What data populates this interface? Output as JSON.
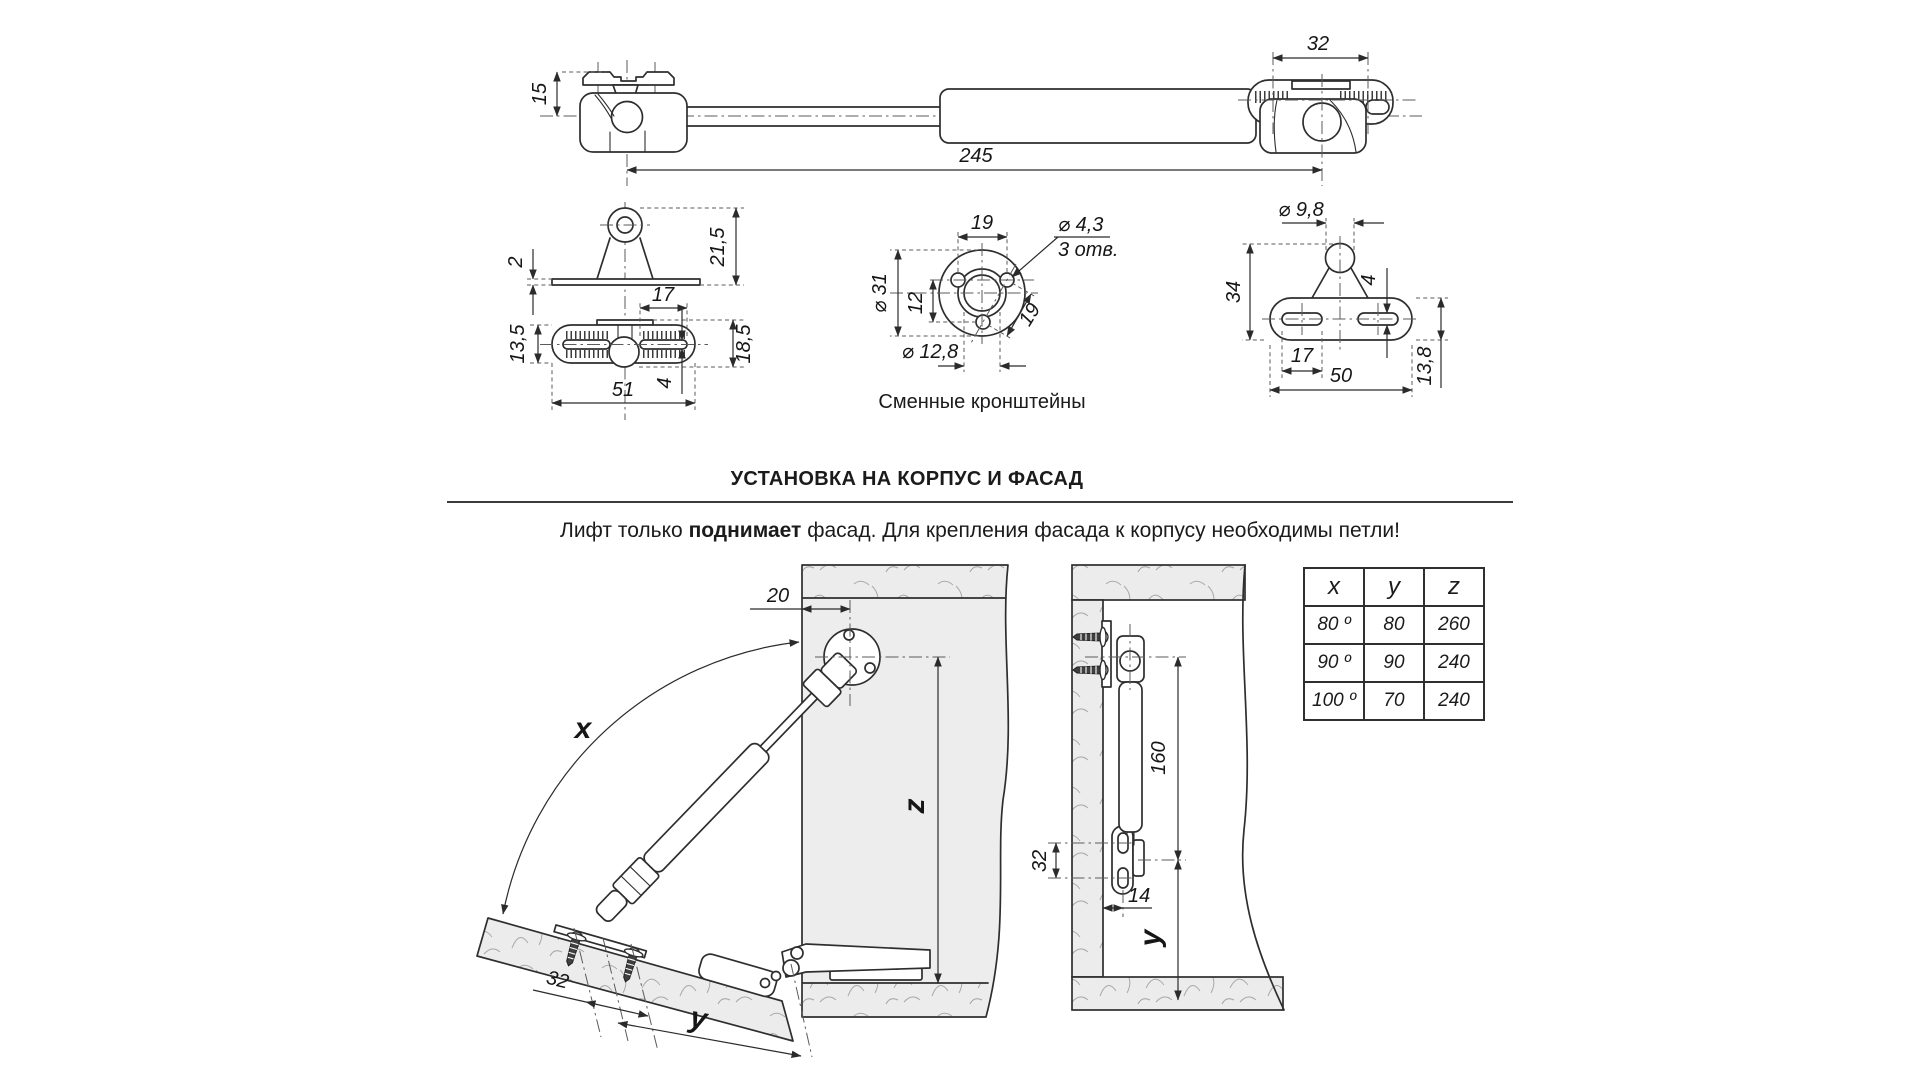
{
  "section": {
    "title": "УСТАНОВКА НА КОРПУС И ФАСАД",
    "note_part1": "Лифт только ",
    "note_bold": "поднимает",
    "note_part2": " фасад. Для крепления фасада к корпусу необходимы петли!"
  },
  "drawing": {
    "strut": {
      "dim_height": "15",
      "dim_width": "32",
      "dim_length": "245"
    },
    "slide_bracket": {
      "dim_plate": "2",
      "dim_height": "21,5",
      "dim_slot": "17",
      "dim_body": "13,5",
      "dim_total": "18,5",
      "dim_length": "51",
      "dim_slot_h": "4"
    },
    "round_bracket": {
      "dim_spacing": "19",
      "dim_hole": "⌀ 4,3",
      "dim_holes": "3 отв.",
      "dim_outer": "⌀ 31",
      "dim_offset": "12",
      "dim_diag": "19",
      "dim_center": "⌀ 12,8",
      "caption": "Сменные кронштейны"
    },
    "tee_bracket": {
      "dim_knuckle": "⌀ 9,8",
      "dim_height": "34",
      "dim_slot_h": "4",
      "dim_slot": "17",
      "dim_width": "50",
      "dim_base": "13,8"
    }
  },
  "front_view": {
    "dim_offset": "20",
    "label_angle": "x",
    "label_height": "z",
    "dim_pitch": "32",
    "label_length": "y"
  },
  "side_view": {
    "dim_length": "160",
    "dim_pitch": "32",
    "dim_inset": "14",
    "label_length": "y"
  },
  "table": {
    "headers": [
      "x",
      "y",
      "z"
    ],
    "rows": [
      [
        "80 º",
        "80",
        "260"
      ],
      [
        "90 º",
        "90",
        "240"
      ],
      [
        "100 º",
        "70",
        "240"
      ]
    ]
  }
}
